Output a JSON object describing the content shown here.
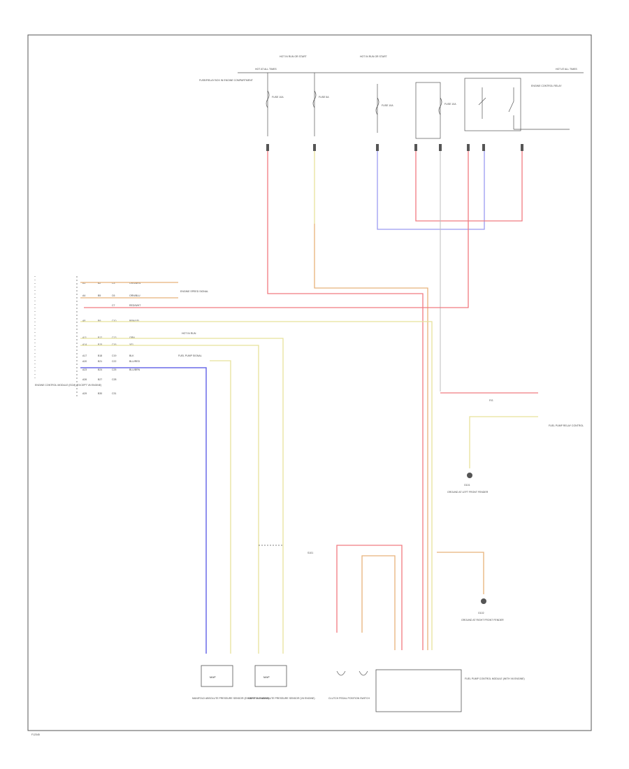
{
  "diagram": {
    "title": "",
    "colors": {
      "red_wire": "#f07a80",
      "yellow_wire": "#e7e29a",
      "orange_wire": "#e8b27a",
      "blue_wire": "#6a6ae8",
      "light_blue_wire": "#9b9bf0",
      "grey_wire": "#bdbdbd",
      "component_outline": "#555555"
    },
    "top_labels": {
      "hot_left": "HOT AT ALL TIMES",
      "fuse_block_left": "FUSE/RELAY BOX IN ENGINE COMPARTMENT",
      "hot_in_run_1": "HOT IN RUN OR START",
      "hot_in_run_2": "HOT IN RUN OR START",
      "hot_right": "HOT AT ALL TIMES",
      "relay_label": "ENGINE CONTROL RELAY"
    },
    "fuses": {
      "f1": "FUSE 10A",
      "f2": "FUSE 5A",
      "f3": "FUSE 10A",
      "f4": "FUSE 10A"
    },
    "ecm_label": "ENGINE CONTROL MODULE (ECM) (EXCEPT V6 ENGINE)",
    "ecm_pins": [
      {
        "a": "A1",
        "b": "B2",
        "c": "C3",
        "wire": "ORN/BRN"
      },
      {
        "a": "A4",
        "b": "B5",
        "c": "C6",
        "wire": "ORN/BLU"
      },
      {
        "a": "",
        "b": "",
        "c": "C7",
        "wire": "RED/WHT"
      },
      {
        "a": "A8",
        "b": "B9",
        "c": "C10",
        "wire": "BRN/YEL"
      },
      {
        "a": "A11",
        "b": "B12",
        "c": "C13",
        "wire": "GRN"
      },
      {
        "a": "A14",
        "b": "B15",
        "c": "C16",
        "wire": "YEL"
      },
      {
        "a": "A17",
        "b": "B18",
        "c": "C19",
        "wire": "BLK"
      },
      {
        "a": "A20",
        "b": "B21",
        "c": "C22",
        "wire": "BLU/RED"
      },
      {
        "a": "A23",
        "b": "B24",
        "c": "C25",
        "wire": "BLU/BRN"
      },
      {
        "a": "A26",
        "b": "B27",
        "c": "C28",
        "wire": ""
      },
      {
        "a": "A29",
        "b": "B30",
        "c": "C31",
        "wire": ""
      }
    ],
    "side_labels": {
      "engine_speed": "ENGINE SPEED SIGNAL",
      "fuel_signal": "FUEL PUMP SIGNAL",
      "hot_signal": "HOT IN RUN",
      "fuse_small": "F/S",
      "fuel_relay": "FUEL PUMP RELAY CONTROL"
    },
    "components": {
      "sensor1": "MAP",
      "sensor1_label": "MANIFOLD ABSOLUTE PRESSURE SENSOR (EXCEPT V6 ENGINE)",
      "sensor2": "MAP",
      "sensor2_label": "MANIFOLD ABSOLUTE PRESSURE SENSOR (V6 ENGINE)",
      "switch_label": "CLUTCH PEDAL POSITION SWITCH",
      "module_label": "FUEL PUMP CONTROL MODULE (WITH V6 ENGINE)",
      "ground1": "G101",
      "ground1_label": "GROUND AT LEFT FRONT FENDER",
      "ground2": "G102",
      "ground2_label": "GROUND AT RIGHT FRONT FENDER",
      "splice": "S101"
    },
    "footer_code": "F12345"
  }
}
